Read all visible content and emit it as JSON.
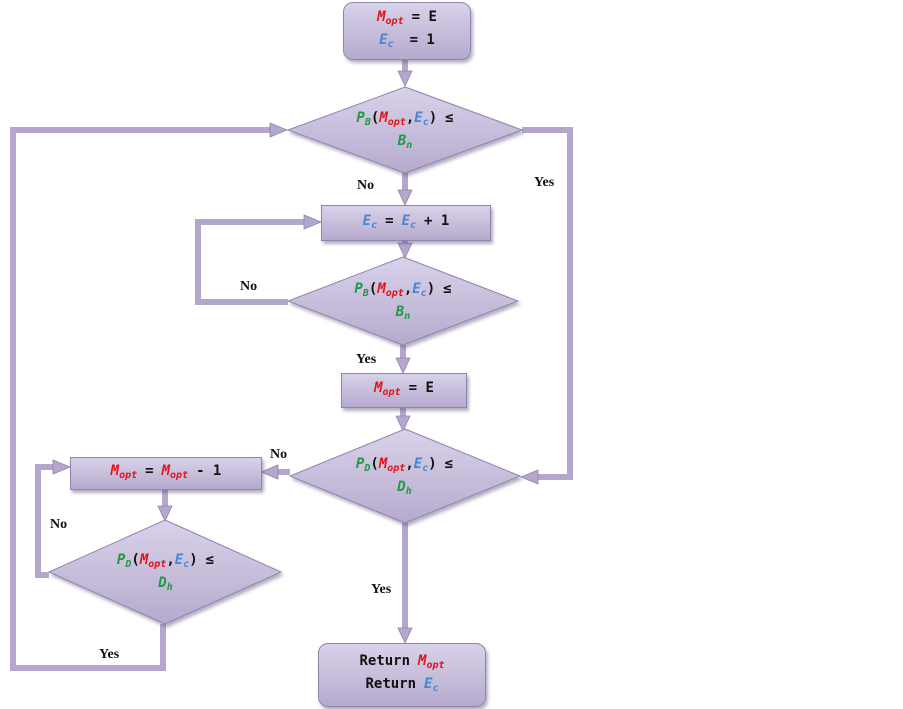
{
  "colors": {
    "node_fill_top": "#d9d2ea",
    "node_fill_bottom": "#b6aacd",
    "outline": "#8f84ad",
    "m_opt_red": "#e0141a",
    "e_c_blue": "#4a86cf",
    "p_green": "#1f9a45"
  },
  "sym": {
    "M": "M",
    "opt": "opt",
    "E": "E",
    "c": "c",
    "P": "P",
    "B": "B",
    "D": "D",
    "n": "n",
    "h": "h",
    "le": "≤",
    "eq": "=",
    "one": "1",
    "plus_one": "+ 1",
    "minus_one": "- 1",
    "comma": ",",
    "lparen": "(",
    "rparen": ")"
  },
  "nodes": {
    "start": {
      "eq_E": "= E",
      "eq_1": "= 1"
    },
    "update_mopt": {
      "eq_E": "= E"
    },
    "end": {
      "return1": "Return",
      "return2": "Return"
    }
  },
  "labels": {
    "no_1": "No",
    "yes_1": "Yes",
    "no_2": "No",
    "yes_2": "Yes",
    "no_3": "No",
    "yes_3": "Yes",
    "no_4": "No",
    "yes_4": "Yes"
  }
}
